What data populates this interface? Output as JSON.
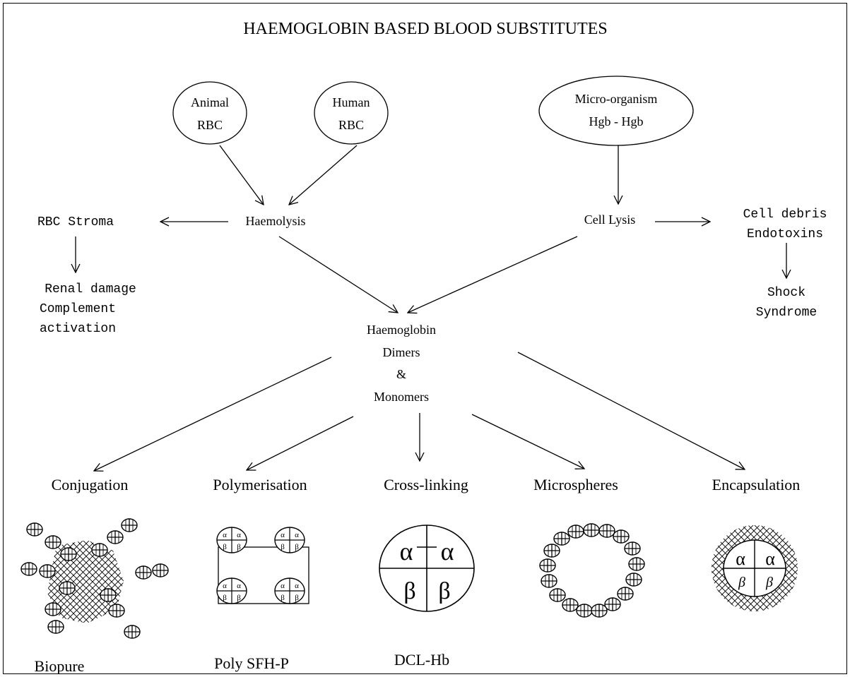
{
  "title": "HAEMOGLOBIN BASED BLOOD SUBSTITUTES",
  "sources": {
    "animal": [
      "Animal",
      "RBC"
    ],
    "human": [
      "Human",
      "RBC"
    ],
    "micro": [
      "Micro-organism",
      "Hgb - Hgb"
    ]
  },
  "process": {
    "haemolysis": "Haemolysis",
    "cell_lysis": "Cell Lysis"
  },
  "byproducts": {
    "rbc_stroma": "RBC Stroma",
    "rbc_effects": [
      "Renal damage",
      "Complement",
      "activation"
    ],
    "cell_debris": [
      "Cell debris",
      "Endotoxins"
    ],
    "shock": [
      "Shock",
      "Syndrome"
    ]
  },
  "centre": [
    "Haemoglobin",
    "Dimers",
    "&",
    "Monomers"
  ],
  "methods": [
    "Conjugation",
    "Polymerisation",
    "Cross-linking",
    "Microspheres",
    "Encapsulation"
  ],
  "products": [
    "Biopure",
    "Poly SFH-P",
    "DCL-Hb"
  ],
  "subunit_labels": {
    "alpha": "α",
    "beta": "β"
  }
}
